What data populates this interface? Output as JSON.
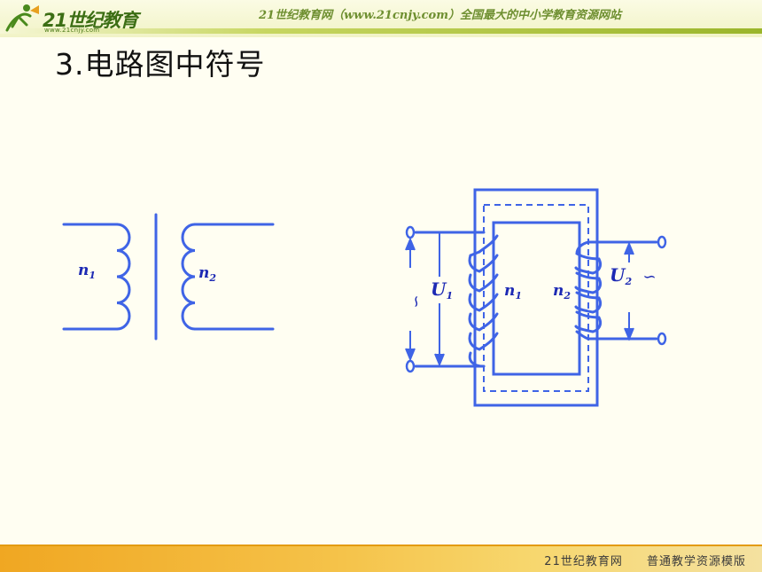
{
  "header": {
    "logo_text": "21世纪教育",
    "logo_url": "www.21cnjy.com",
    "slogan": "21世纪教育网（www.21cnjy.com）全国最大的中小学教育资源网站"
  },
  "title": "3.电路图中符号",
  "diagram": {
    "symbol": {
      "primary_label": "n",
      "primary_sub": "1",
      "secondary_label": "n",
      "secondary_sub": "2"
    },
    "transformer": {
      "u1_label": "U",
      "u1_sub": "1",
      "u2_label": "U",
      "u2_sub": "2",
      "n1_label": "n",
      "n1_sub": "1",
      "n2_label": "n",
      "n2_sub": "2",
      "ac_left": "∽",
      "ac_right": "∽"
    },
    "colors": {
      "wire": "#3f64e6",
      "label": "#1d2ab4"
    }
  },
  "footer": {
    "left": "21世纪教育网",
    "right": "普通教学资源模版"
  }
}
